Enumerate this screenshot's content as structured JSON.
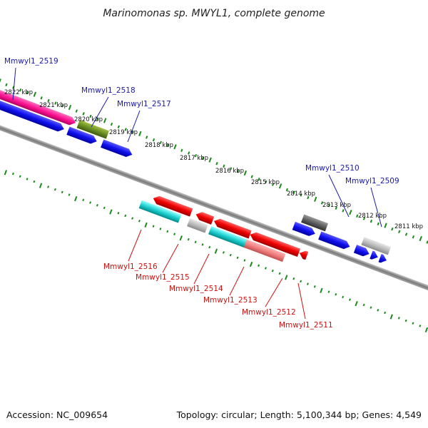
{
  "title": "Marinomonas sp. MWYL1, complete genome",
  "footer": {
    "accession": "Accession: NC_009654",
    "info": "Topology: circular; Length: 5,100,344 bp; Genes: 4,549"
  },
  "colors": {
    "forward_label": "#1a1aaa",
    "reverse_label": "#cc1111",
    "tick": "#1a8a1a",
    "backbone": "#8a8a8a"
  },
  "scale_labels": [
    "2822 kbp",
    "2821 kbp",
    "2820 kbp",
    "2819 kbp",
    "2818 kbp",
    "2817 kbp",
    "2816 kbp",
    "2815 kbp",
    "2814 kbp",
    "2813 kbp",
    "2812 kbp",
    "2811 kbp"
  ],
  "forward_labels": [
    "Mmwyl1_2519",
    "Mmwyl1_2518",
    "Mmwyl1_2517",
    "Mmwyl1_2510",
    "Mmwyl1_2509"
  ],
  "reverse_labels": [
    "Mmwyl1_2516",
    "Mmwyl1_2515",
    "Mmwyl1_2514",
    "Mmwyl1_2513",
    "Mmwyl1_2512",
    "Mmwyl1_2511"
  ]
}
